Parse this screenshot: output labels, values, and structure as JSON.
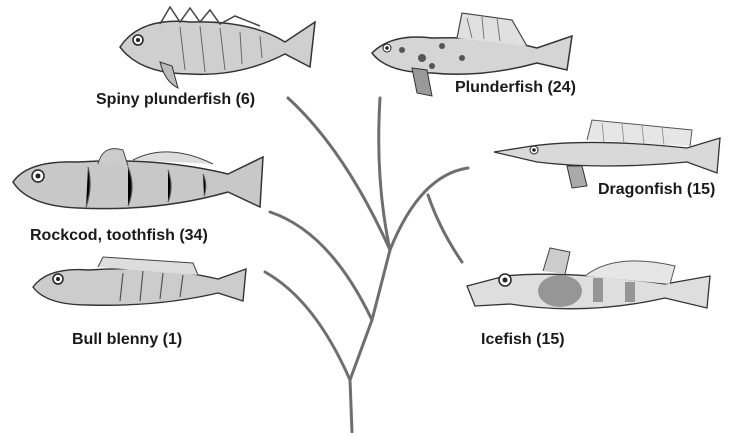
{
  "taxa": [
    {
      "id": "spiny-plunderfish",
      "label": "Spiny plunderfish (6)"
    },
    {
      "id": "plunderfish",
      "label": "Plunderfish (24)"
    },
    {
      "id": "rockcod-toothfish",
      "label": "Rockcod, toothfish (34)"
    },
    {
      "id": "dragonfish",
      "label": "Dragonfish (15)"
    },
    {
      "id": "bull-blenny",
      "label": "Bull blenny (1)"
    },
    {
      "id": "icefish",
      "label": "Icefish (15)"
    }
  ],
  "colors": {
    "branch": "#6e6e6e",
    "text": "#1a1a1a"
  }
}
